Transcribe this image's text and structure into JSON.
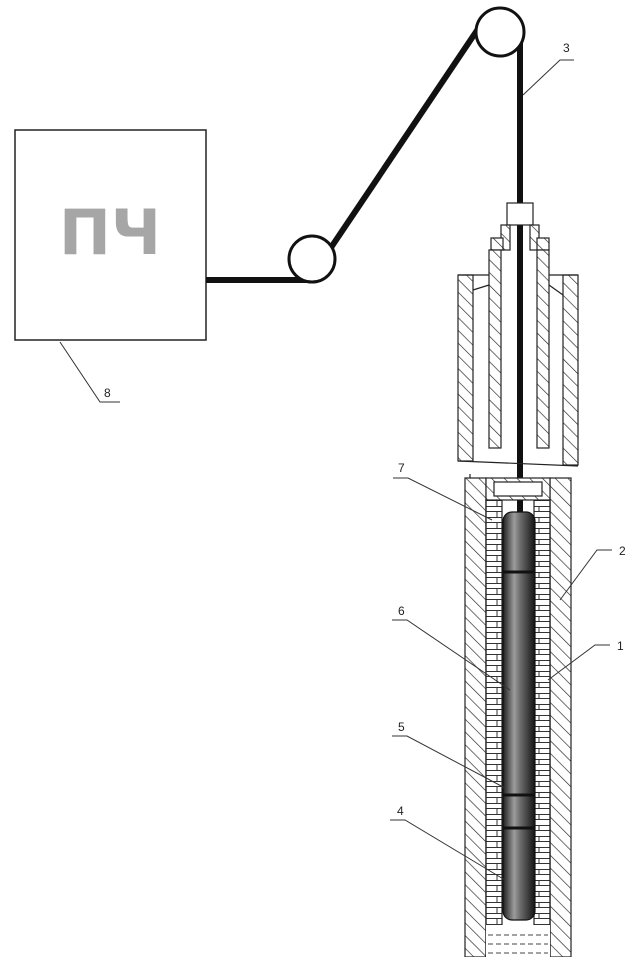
{
  "control_box": {
    "label": "ПЧ"
  },
  "callouts": [
    {
      "id": "1",
      "text": "1"
    },
    {
      "id": "2",
      "text": "2"
    },
    {
      "id": "3",
      "text": "3"
    },
    {
      "id": "4",
      "text": "4"
    },
    {
      "id": "5",
      "text": "5"
    },
    {
      "id": "6",
      "text": "6"
    },
    {
      "id": "7",
      "text": "7"
    },
    {
      "id": "8",
      "text": "8"
    }
  ]
}
